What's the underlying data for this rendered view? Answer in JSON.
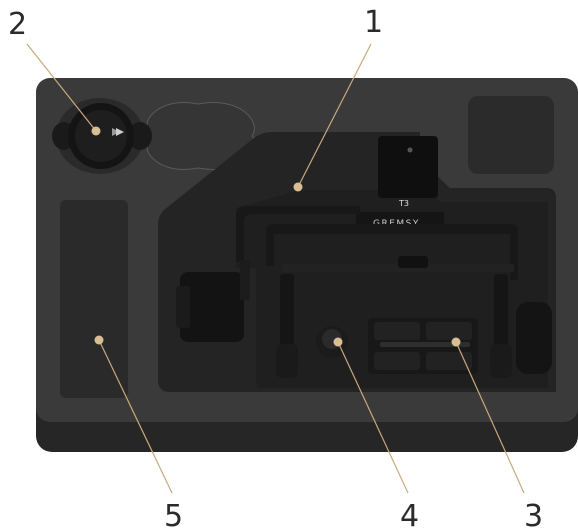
{
  "callouts": [
    {
      "id": "1",
      "label": "1"
    },
    {
      "id": "2",
      "label": "2"
    },
    {
      "id": "3",
      "label": "3"
    },
    {
      "id": "4",
      "label": "4"
    },
    {
      "id": "5",
      "label": "5"
    }
  ],
  "gimbal": {
    "model_label": "T3",
    "brand_label": "GREMSY"
  },
  "colors": {
    "case_dark": "#2c2c2c",
    "foam_mid": "#3a3a3a",
    "foam_cavity": "#222222",
    "gimbal_black": "#111111",
    "leader_gold": "#c9a97a"
  }
}
